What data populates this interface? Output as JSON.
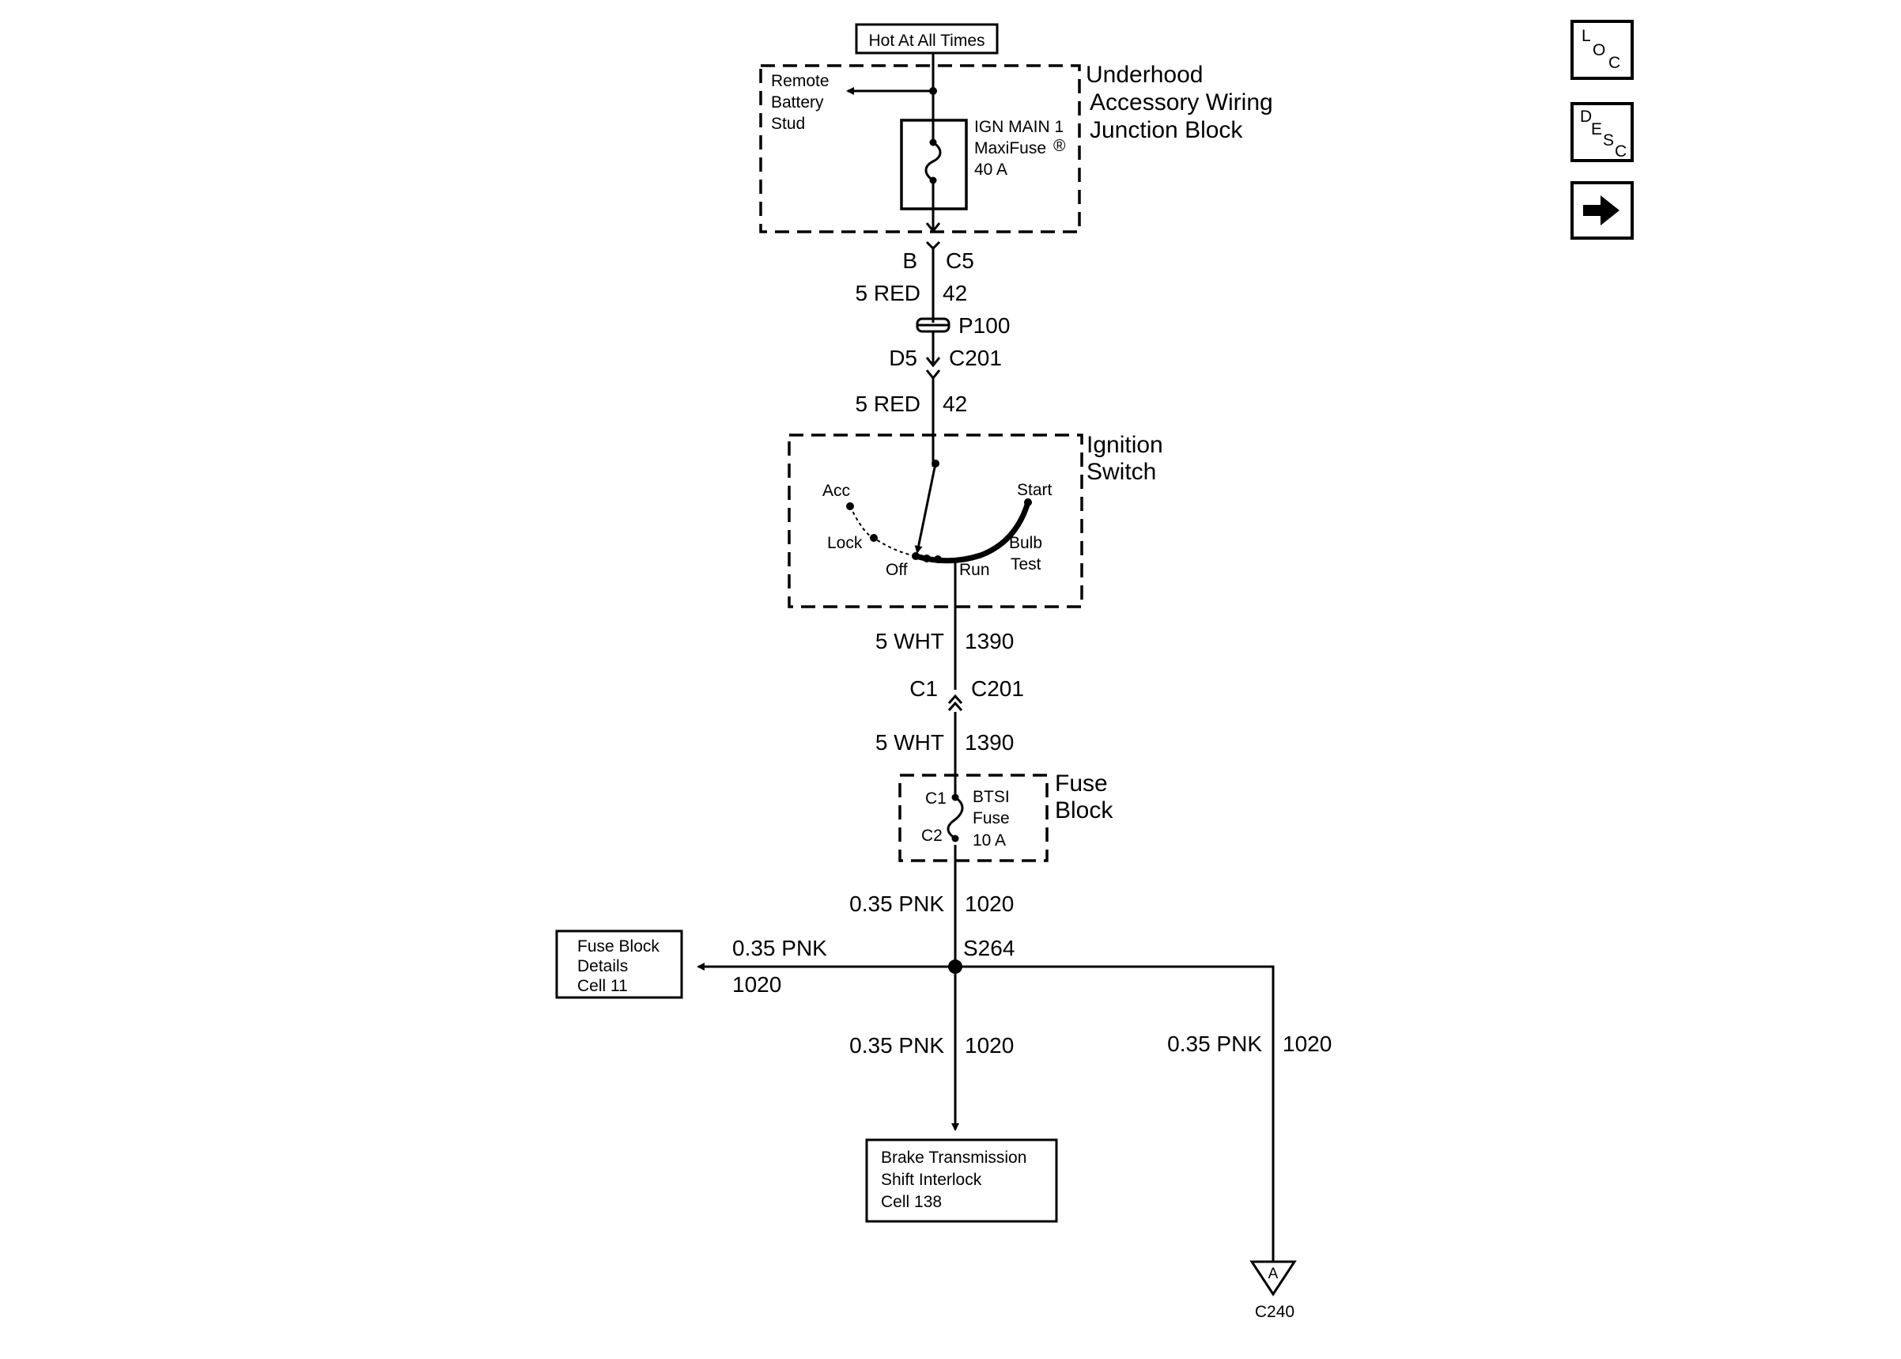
{
  "power_source": "Hot At All Times",
  "junction_block": {
    "title": [
      "Underhood",
      "Accessory Wiring",
      "Junction Block"
    ],
    "remote_stud": [
      "Remote",
      "Battery",
      "Stud"
    ],
    "fuse": [
      "IGN MAIN 1",
      "MaxiFuse",
      "40 A"
    ],
    "registered": "®"
  },
  "conn_c5": {
    "pin": "B",
    "name": "C5"
  },
  "wire_red_1": {
    "gauge": "5 RED",
    "circuit": "42"
  },
  "p100": "P100",
  "conn_c201_a": {
    "pin": "D5",
    "name": "C201"
  },
  "wire_red_2": {
    "gauge": "5 RED",
    "circuit": "42"
  },
  "ignition_switch": {
    "title": [
      "Ignition",
      "Switch"
    ],
    "acc": "Acc",
    "lock": "Lock",
    "off": "Off",
    "run": "Run",
    "start": "Start",
    "bulb_test": [
      "Bulb",
      "Test"
    ]
  },
  "wire_wht_1": {
    "gauge": "5 WHT",
    "circuit": "1390"
  },
  "conn_c201_b": {
    "pin": "C1",
    "name": "C201"
  },
  "wire_wht_2": {
    "gauge": "5 WHT",
    "circuit": "1390"
  },
  "fuse_block": {
    "title": [
      "Fuse",
      "Block"
    ],
    "pin_in": "C1",
    "pin_out": "C2",
    "fuse": [
      "BTSI",
      "Fuse",
      "10 A"
    ]
  },
  "wire_pnk_main": {
    "gauge": "0.35 PNK",
    "circuit": "1020"
  },
  "splice": "S264",
  "wire_pnk_left": {
    "gauge": "0.35 PNK",
    "circuit": "1020"
  },
  "wire_pnk_down": {
    "gauge": "0.35 PNK",
    "circuit": "1020"
  },
  "wire_pnk_right": {
    "gauge": "0.35 PNK",
    "circuit": "1020"
  },
  "ref_fuse_block": [
    "Fuse Block",
    "Details",
    "Cell 11"
  ],
  "ref_btsi": [
    "Brake Transmission",
    "Shift Interlock",
    "Cell 138"
  ],
  "ground": {
    "letter": "A",
    "name": "C240"
  },
  "nav": {
    "loc": {
      "l1": "L",
      "l2": "O",
      "l3": "C"
    },
    "desc": {
      "l1": "D",
      "l2": "E",
      "l3": "S",
      "l4": "C"
    },
    "next_icon": "right-arrow-icon"
  }
}
